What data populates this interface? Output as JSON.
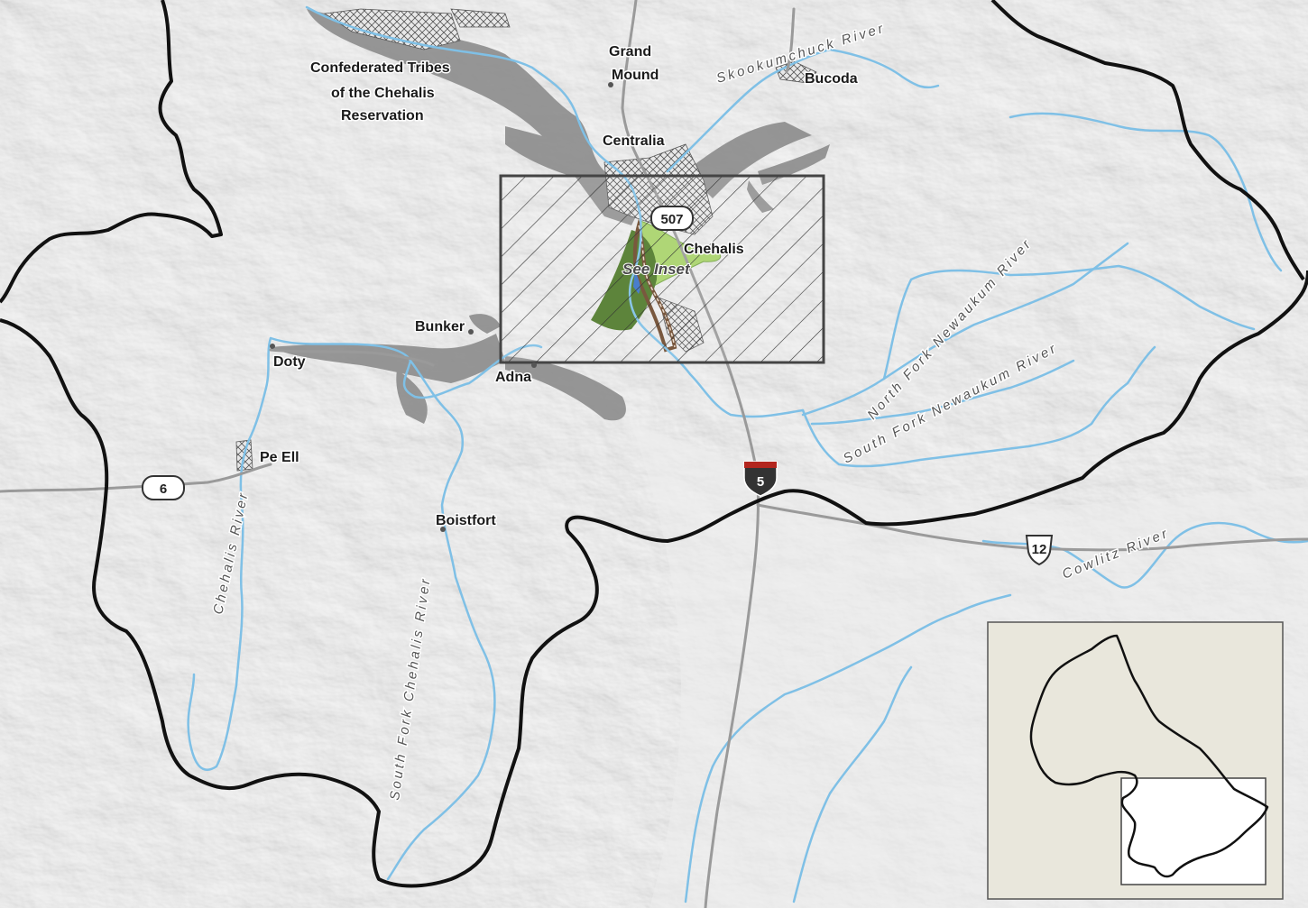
{
  "places": {
    "grand_mound_1": "Grand",
    "grand_mound_2": "Mound",
    "bucoda": "Bucoda",
    "centralia": "Centralia",
    "chehalis": "Chehalis",
    "bunker": "Bunker",
    "doty": "Doty",
    "adna": "Adna",
    "pe_ell": "Pe Ell",
    "boistfort": "Boistfort",
    "tribes_1": "Confederated Tribes",
    "tribes_2": "of the Chehalis",
    "tribes_3": "Reservation"
  },
  "rivers": {
    "skookumchuck": "Skookumchuck River",
    "north_fork_newaukum": "North Fork Newaukum River",
    "south_fork_newaukum": "South Fork Newaukum River",
    "chehalis": "Chehalis River",
    "south_fork_chehalis": "South Fork Chehalis River",
    "cowlitz": "Cowlitz River"
  },
  "highways": {
    "sr_507": "507",
    "sr_6": "6",
    "i_5": "5",
    "us_12": "12"
  },
  "inset_label": "See Inset",
  "colors": {
    "river": "#7fc0e6",
    "boundary": "#111111",
    "floodplain": "#8c8c8c",
    "green_dark": "#4f7a2a",
    "green_light": "#9ccc5a",
    "locator_bg": "#e9e7dc"
  }
}
